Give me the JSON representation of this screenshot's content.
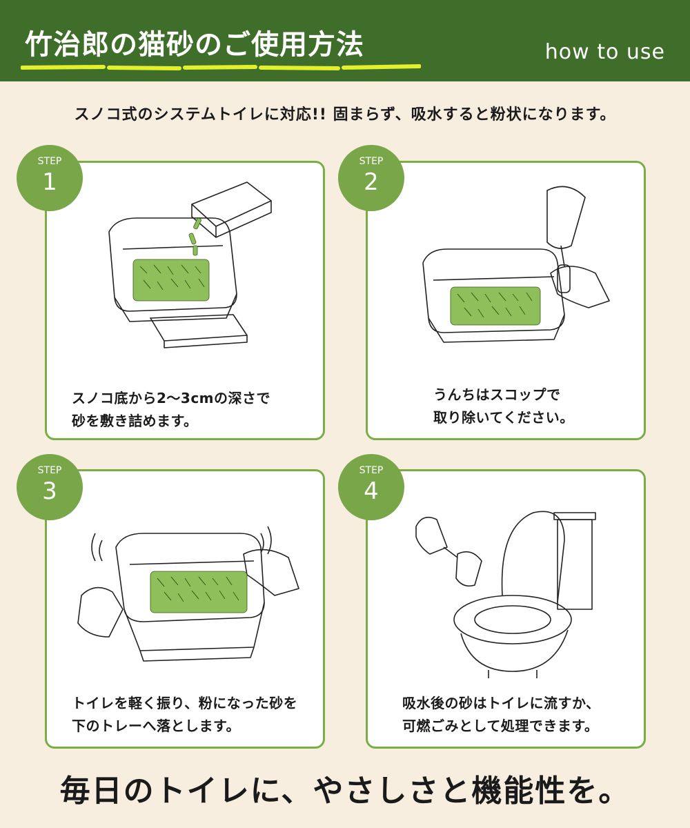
{
  "header": {
    "title": "竹治郎の猫砂のご使用方法",
    "subtitle": "how to use"
  },
  "intro": "スノコ式のシステムトイレに対応!! 固まらず、吸水すると粉状になります。",
  "steps": [
    {
      "label": "STEP",
      "number": "1",
      "line1": "スノコ底から2～3cmの深さで",
      "line2": "砂を敷き詰めます。"
    },
    {
      "label": "STEP",
      "number": "2",
      "line1": "うんちはスコップで",
      "line2": "取り除いてください。"
    },
    {
      "label": "STEP",
      "number": "3",
      "line1": "トイレを軽く振り、粉になった砂を",
      "line2": "下のトレーへ落とします。"
    },
    {
      "label": "STEP",
      "number": "4",
      "line1": "吸水後の砂はトイレに流すか、",
      "line2": "可燃ごみとして処理できます。"
    }
  ],
  "footer": "毎日のトイレに、やさしさと機能性を。",
  "colors": {
    "header_bg": "#3f6e2a",
    "accent_green": "#7aae45",
    "highlight_yellow": "#e3f02e",
    "page_bg": "#f7eedf"
  }
}
